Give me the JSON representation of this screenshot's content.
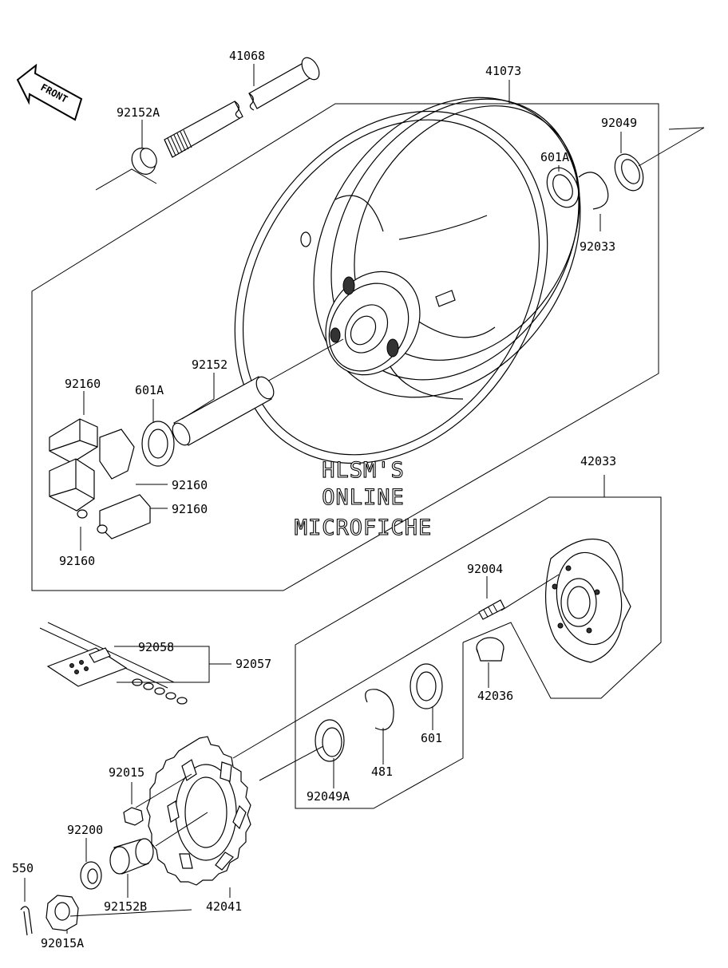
{
  "watermark": {
    "line1": "HLSM'S",
    "line2": "ONLINE",
    "line3": "MICROFICHE"
  },
  "front_marker": "FRONT",
  "labels": {
    "p41068": "41068",
    "p41073": "41073",
    "p92152A": "92152A",
    "p92049": "92049",
    "p601A_top": "601A",
    "p92033": "92033",
    "p92152": "92152",
    "p92160_a": "92160",
    "p601A_left": "601A",
    "p92160_b": "92160",
    "p92160_c": "92160",
    "p92160_d": "92160",
    "p42033": "42033",
    "p92004": "92004",
    "p92058": "92058",
    "p92057": "92057",
    "p42036": "42036",
    "p601": "601",
    "p481": "481",
    "p92049A": "92049A",
    "p92015": "92015",
    "p92200": "92200",
    "p550": "550",
    "p92152B": "92152B",
    "p42041": "42041",
    "p92015A": "92015A"
  }
}
